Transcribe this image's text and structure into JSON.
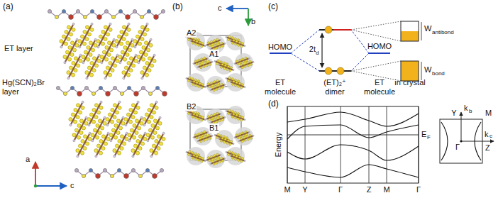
{
  "diagram": {
    "labels": [
      "(a)",
      "ET layer",
      "Hg(SCN)₂Br layer",
      "a",
      "c",
      "(b)",
      "c",
      "b",
      "A2",
      "A1",
      "B2",
      "B1",
      "(c)",
      "HOMO",
      "2t",
      "d",
      "HOMO",
      "W",
      "antibond",
      "W",
      "bond",
      "ET molecule",
      "(ET)₂⁺ dimer",
      "ET molecule",
      "in crystal",
      "(d)",
      "Energy",
      "E",
      "F",
      "M",
      "Y",
      "Γ",
      "Z",
      "M",
      "Γ",
      "Y",
      "M",
      "Γ",
      "Z",
      "k",
      "b",
      "k",
      "c"
    ]
  }
}
